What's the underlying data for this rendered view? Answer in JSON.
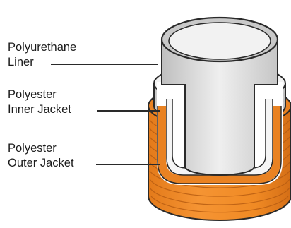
{
  "labels": [
    {
      "line1": "Polyurethane",
      "line2": "Liner"
    },
    {
      "line1": "Polyester",
      "line2": "Inner Jacket"
    },
    {
      "line1": "Polyester",
      "line2": "Outer Jacket"
    }
  ],
  "colors": {
    "outer_jacket": "#f08a24",
    "outer_jacket_shadow": "#c8651a",
    "inner_jacket": "#f3f3f3",
    "liner": "#d9d9d9",
    "outline": "#2a2a2a",
    "label_text": "#1b1b1b"
  }
}
